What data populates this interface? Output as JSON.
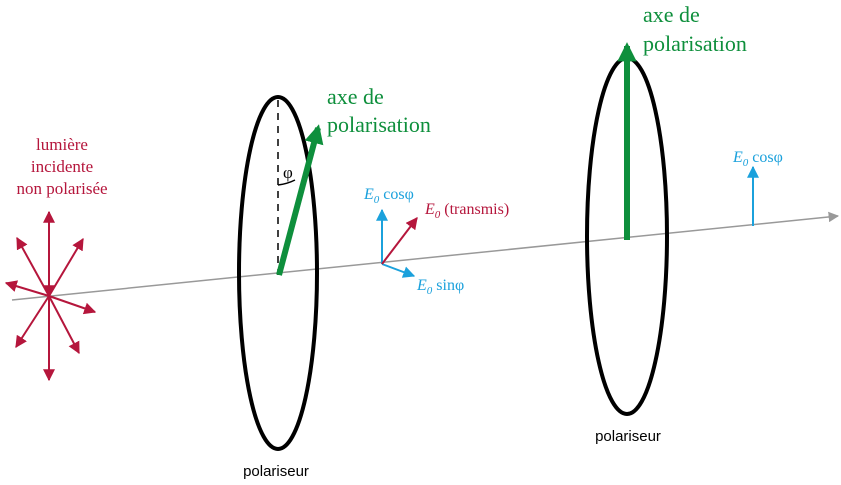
{
  "labels": {
    "incident_line1": "lumière",
    "incident_line2": "incidente",
    "incident_line3": "non polarisée",
    "axis1_line1": "axe de",
    "axis1_line2": "polarisation",
    "axis2_line1": "axe de",
    "axis2_line2": "polarisation",
    "angle": "φ",
    "comp_cos_sym": "E",
    "comp_cos_sub": "0",
    "comp_cos_text": " cosφ",
    "comp_trans_sym": "E",
    "comp_trans_sub": "0",
    "comp_trans_text": " (transmis)",
    "comp_sin_sym": "E",
    "comp_sin_sub": "0",
    "comp_sin_text": " sinφ",
    "final_sym": "E",
    "final_sub": "0",
    "final_text": " cosφ",
    "polarizer1": "polariseur",
    "polarizer2": "polariseur"
  },
  "colors": {
    "crimson": "#b5163c",
    "green": "#0e8f3c",
    "cyan": "#1ba1dc",
    "axis": "#999999",
    "ring": "#000000"
  },
  "angle_phi_deg": 15
}
